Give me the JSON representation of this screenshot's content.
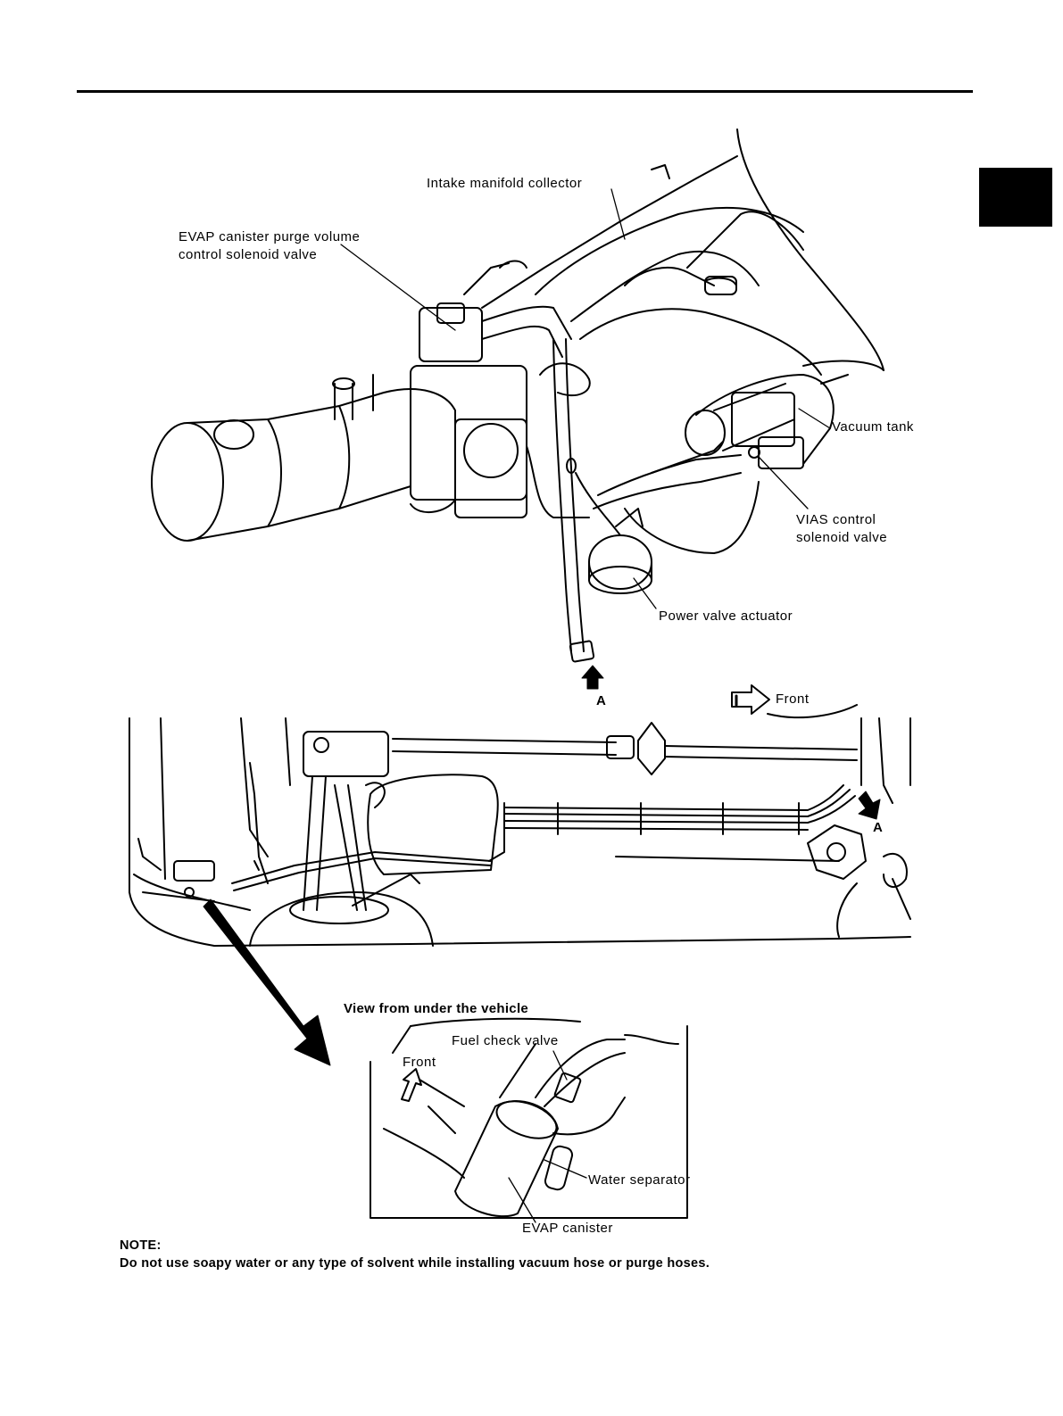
{
  "labels": {
    "intake_manifold": "Intake manifold collector",
    "evap_purge_valve": "EVAP canister purge volume\ncontrol solenoid valve",
    "vacuum_tank": "Vacuum tank",
    "vias_valve": "VIAS control\nsolenoid valve",
    "power_valve": "Power valve actuator",
    "marker_a_top": "A",
    "front_top": "Front",
    "marker_a_mid": "A",
    "view_title": "View from under the vehicle",
    "fuel_check_valve": "Fuel check valve",
    "front_inset": "Front",
    "water_separator": "Water separator",
    "evap_canister": "EVAP canister"
  },
  "note": {
    "heading": "NOTE:",
    "text": "Do not use soapy water or any type of solvent while installing vacuum hose or purge hoses."
  }
}
